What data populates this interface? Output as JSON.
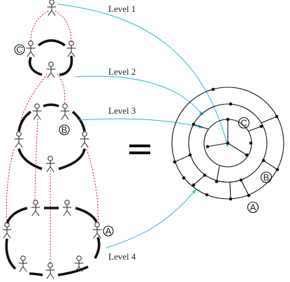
{
  "labels": {
    "level1": "Level 1",
    "level2": "Level 2",
    "level3": "Level 3",
    "level4": "Level 4"
  },
  "markers": {
    "a": "A",
    "b": "B",
    "c": "C"
  },
  "colors": {
    "arrows": "#29b6dc",
    "hierarchy_links": "#d01010",
    "rings": "#111111"
  },
  "icons": [
    "person-icon"
  ]
}
